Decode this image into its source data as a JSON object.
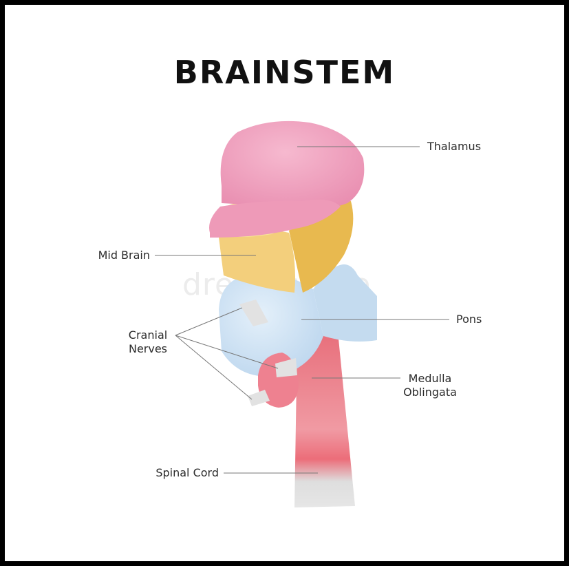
{
  "title": "BRAINSTEM",
  "watermark": "dreamstime",
  "labels": {
    "thalamus": "Thalamus",
    "mid_brain": "Mid Brain",
    "pons": "Pons",
    "cranial_nerves_line1": "Cranial",
    "cranial_nerves_line2": "Nerves",
    "medulla_line1": "Medulla",
    "medulla_line2": "Oblingata",
    "spinal_cord": "Spinal Cord"
  },
  "colors": {
    "thalamus": "#f0a3bf",
    "mid_brain": "#f2cd78",
    "pons": "#cfe3f3",
    "medulla": "#ef8b96",
    "spinal_cord": "#dcdcdc",
    "leader_line": "#777777"
  }
}
